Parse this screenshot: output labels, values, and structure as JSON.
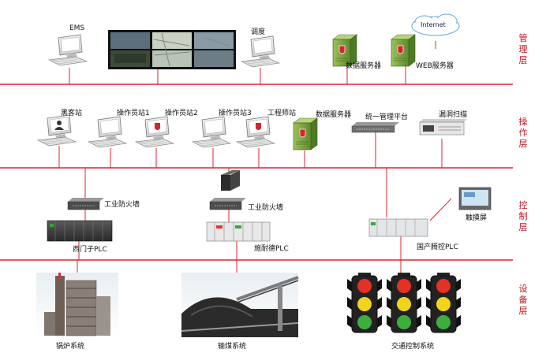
{
  "layers": {
    "management": "管理层",
    "operation": "操作层",
    "control": "控制层",
    "device": "设备层"
  },
  "management": {
    "ems": "EMS",
    "dispatch": "调度",
    "data_server": "数据服务器",
    "web_server": "WEB服务器",
    "internet": "Internet"
  },
  "operation": {
    "hacker": "黑客站",
    "op1": "操作员站1",
    "op2": "操作员站2",
    "op3": "操作员站3",
    "engineer": "工程师站",
    "data_server": "数据服务器",
    "unified_mgmt": "统一管理平台",
    "vuln_scan": "漏洞扫描"
  },
  "control": {
    "firewall_1": "工业防火墙",
    "firewall_2": "工业防火墙",
    "siemens": "西门子PLC",
    "schneider": "施耐德PLC",
    "domestic": "国产腾控PLC",
    "touchscreen": "触摸屏"
  },
  "device": {
    "boiler": "锅炉系统",
    "coal": "输煤系统",
    "traffic": "交通控制系统"
  },
  "colors": {
    "bus": "#e0232d",
    "layer_text": "#c0121c",
    "server_green": "#79a843",
    "badge_red": "#d8232a"
  }
}
